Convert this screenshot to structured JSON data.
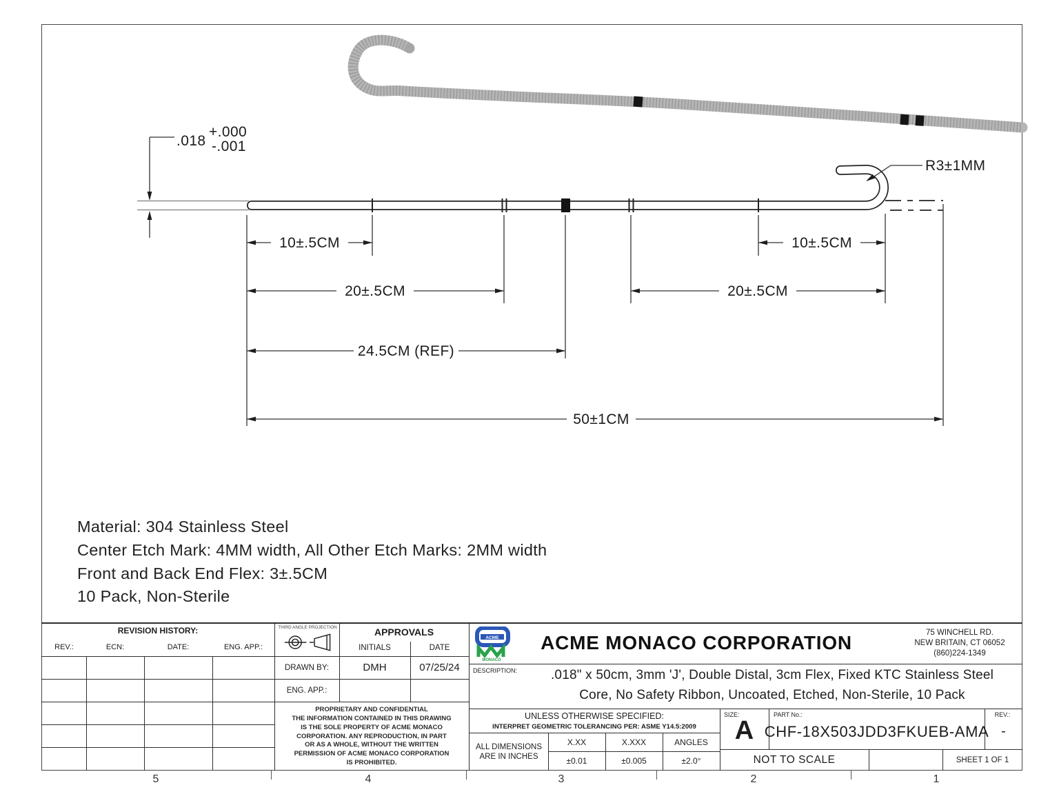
{
  "page": {
    "sheet_zones": [
      "5",
      "4",
      "3",
      "2",
      "1"
    ]
  },
  "dimensions": {
    "diameter_value": ".018",
    "diameter_tol_upper": "+.000",
    "diameter_tol_lower": "-.001",
    "j_radius": "R3±1MM",
    "front_10": "10±.5CM",
    "back_10": "10±.5CM",
    "front_20": "20±.5CM",
    "back_20": "20±.5CM",
    "center_ref": "24.5CM (REF)",
    "overall": "50±1CM"
  },
  "notes": {
    "line1": "Material:  304 Stainless Steel",
    "line2": "Center Etch Mark:  4MM width, All Other Etch Marks:  2MM width",
    "line3": "Front and Back End Flex:  3±.5CM",
    "line4": "10 Pack, Non-Sterile"
  },
  "title_block": {
    "revision_history": {
      "title": "REVISION HISTORY:",
      "col_rev": "REV.:",
      "col_ecn": "ECN:",
      "col_date": "DATE:",
      "col_eng": "ENG. APP.:"
    },
    "projection": {
      "label": "THIRD ANGLE PROJECTION"
    },
    "approvals": {
      "title": "APPROVALS",
      "col_initials": "INITIALS",
      "col_date": "DATE",
      "drawn_by_label": "DRAWN BY:",
      "drawn_by_initials": "DMH",
      "drawn_by_date": "07/25/24",
      "eng_app_label": "ENG. APP.:"
    },
    "proprietary": [
      "PROPRIETARY AND CONFIDENTIAL",
      "THE INFORMATION CONTAINED IN THIS DRAWING",
      "IS THE SOLE PROPERTY OF ACME MONACO",
      "CORPORATION.  ANY REPRODUCTION, IN PART",
      "OR AS A WHOLE, WITHOUT THE WRITTEN",
      "PERMISSION OF ACME MONACO CORPORATION",
      "IS PROHIBITED."
    ],
    "company": {
      "name": "ACME MONACO CORPORATION",
      "logo_top": "ACME",
      "logo_bottom": "MONACO",
      "logo_blue": "#2b58b8",
      "logo_green": "#2aa24b",
      "address_line1": "75 WINCHELL RD.",
      "address_line2": "NEW BRITAIN, CT 06052",
      "phone": "(860)224-1349"
    },
    "description": {
      "label": "DESCRIPTION:",
      "line1": ".018\" x 50cm, 3mm 'J', Double Distal, 3cm Flex, Fixed KTC Stainless Steel",
      "line2": "Core, No Safety Ribbon, Uncoated, Etched, Non-Sterile, 10 Pack"
    },
    "tolerance": {
      "header": "UNLESS OTHERWISE SPECIFIED:",
      "subheader": "INTERPRET GEOMETRIC TOLERANCING PER: ASME Y14.5:2009",
      "units": "ALL DIMENSIONS ARE IN INCHES",
      "col1": "X.XX",
      "col2": "X.XXX",
      "col3": "ANGLES",
      "val1": "±0.01",
      "val2": "±0.005",
      "val3": "±2.0°"
    },
    "size": {
      "label": "SIZE:",
      "value": "A"
    },
    "part": {
      "label": "PART No.:",
      "value": "CHF-18X503JDD3FKUEB-AMA"
    },
    "rev": {
      "label": "REV.:",
      "value": "-"
    },
    "scale_note": "NOT TO SCALE",
    "sheet_note": "SHEET 1 OF 1"
  }
}
